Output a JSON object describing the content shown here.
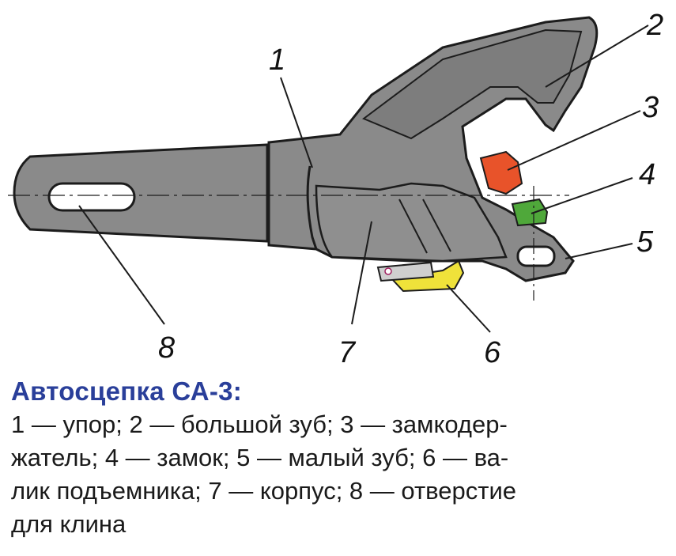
{
  "figure": {
    "labels": {
      "n1": "1",
      "n2": "2",
      "n3": "3",
      "n4": "4",
      "n5": "5",
      "n6": "6",
      "n7": "7",
      "n8": "8"
    },
    "colors": {
      "body": "#8a8a8a",
      "body_dark": "#6e6e6e",
      "outline": "#1c1c1c",
      "lock_holder": "#e8532a",
      "lock": "#4fa83a",
      "lifter_roller": "#efe23a"
    }
  },
  "caption": {
    "title": "Автосцепка СА-3:",
    "lines": [
      "1 — упор; 2 — большой зуб; 3 — замкодер-",
      "жатель; 4 — замок; 5 — малый зуб; 6 — ва-",
      "лик подъемника; 7 — корпус; 8 — отверстие",
      "для клина"
    ]
  }
}
